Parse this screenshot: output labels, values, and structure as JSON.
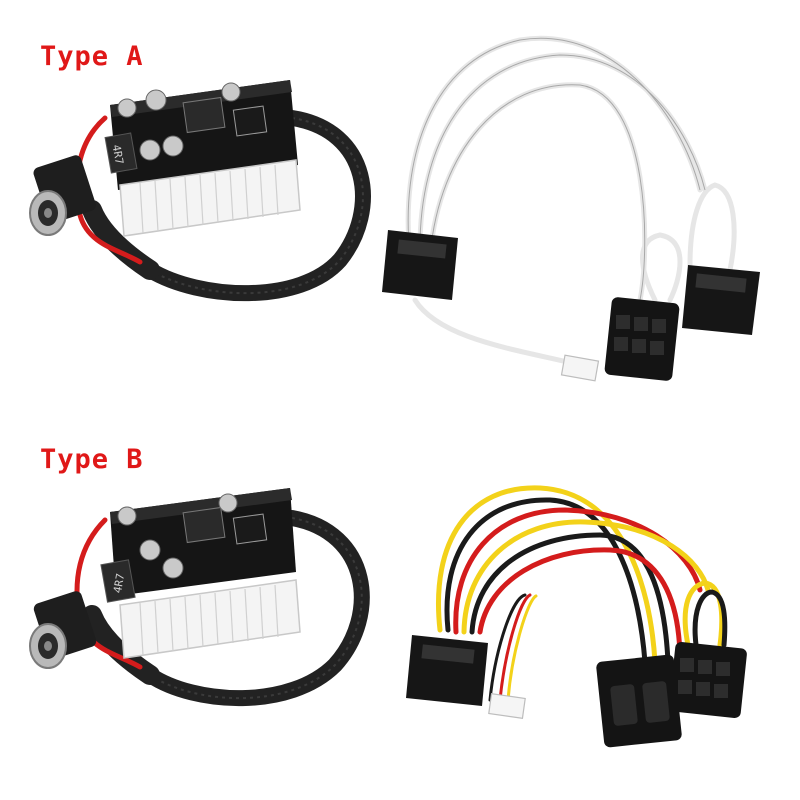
{
  "labels": {
    "type_a": "Type A",
    "type_b": "Type B"
  },
  "colors": {
    "label": "#e01818",
    "background": "#ffffff",
    "pcb": "#151515",
    "molex_white": "#f4f4f4",
    "sleeve": "#222222",
    "wire_white": "#e6e6e6",
    "wire_yellow": "#f3d21a",
    "wire_red": "#d41c1c",
    "wire_black": "#1a1a1a"
  },
  "component_marks": {
    "inductor": "4R7"
  }
}
